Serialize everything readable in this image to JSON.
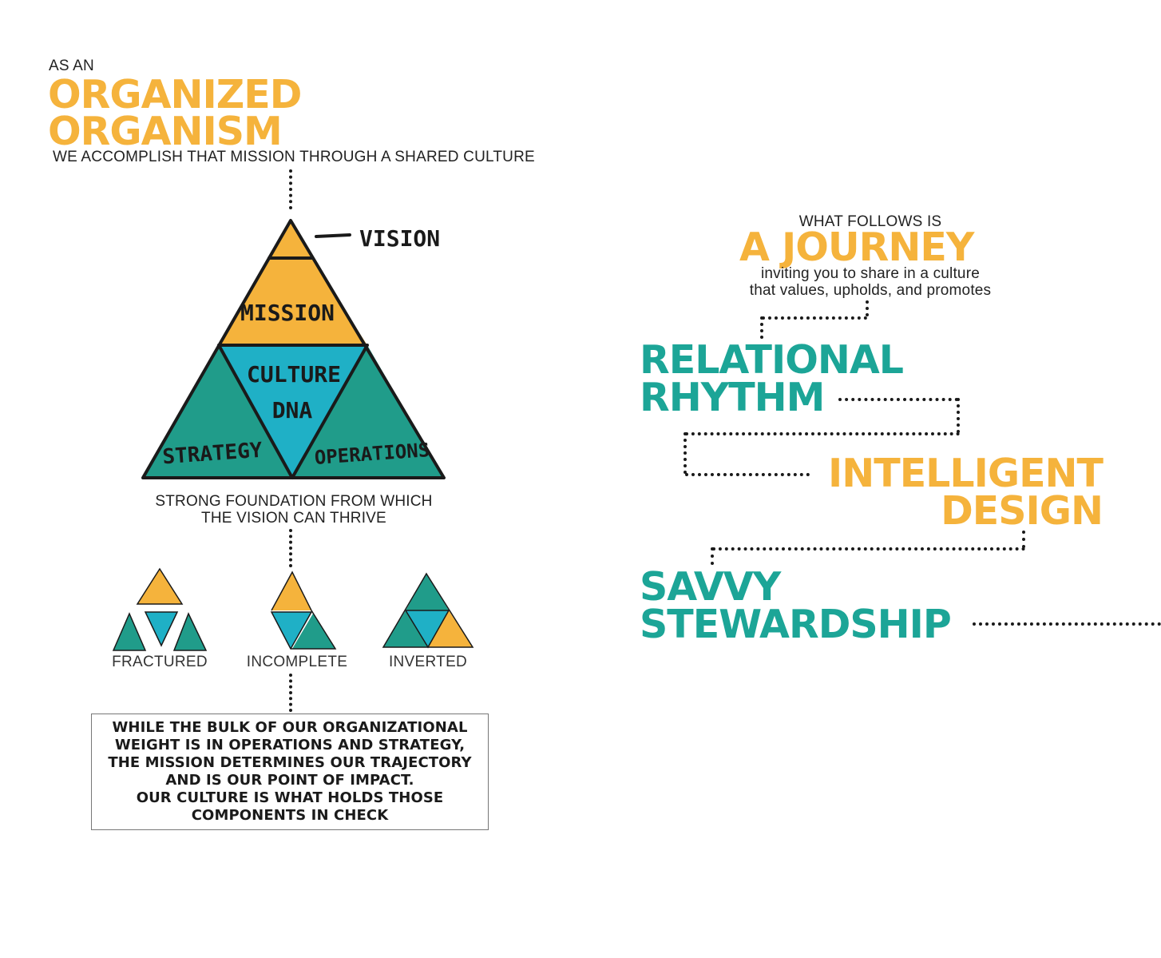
{
  "left": {
    "pre_title": "AS AN",
    "title_line1": "ORGANIZED",
    "title_line2": "ORGANISM",
    "subtitle": "WE ACCOMPLISH THAT MISSION THROUGH A SHARED CULTURE",
    "pyramid": {
      "vision_label": "VISION",
      "mission_label": "MISSION",
      "culture_label": "CULTURE",
      "dna_label": "DNA",
      "strategy_label": "STRATEGY",
      "operations_label": "OPERATIONS"
    },
    "foundation_line1": "STRONG FOUNDATION FROM WHICH",
    "foundation_line2": "THE VISION CAN THRIVE",
    "variants": [
      {
        "label": "FRACTURED"
      },
      {
        "label": "INCOMPLETE"
      },
      {
        "label": "INVERTED"
      }
    ],
    "callout": "WHILE THE BULK OF OUR ORGANIZATIONAL\nWEIGHT IS IN OPERATIONS AND STRATEGY,\nTHE MISSION DETERMINES OUR TRAJECTORY\nAND IS OUR POINT OF IMPACT.\nOUR CULTURE IS WHAT HOLDS THOSE\nCOMPONENTS IN CHECK"
  },
  "right": {
    "pre_title": "WHAT FOLLOWS IS",
    "title": "A JOURNEY",
    "sub_line1": "inviting you to share in a culture",
    "sub_line2": "that values, upholds, and promotes",
    "items": [
      {
        "line1": "RELATIONAL",
        "line2": "RHYTHM"
      },
      {
        "line1": "INTELLIGENT",
        "line2": "DESIGN"
      },
      {
        "line1": "SAVVY",
        "line2": "STEWARDSHIP"
      }
    ]
  },
  "colors": {
    "orange": "#f5b33c",
    "teal": "#1ca597",
    "cyan": "#1fb0c6",
    "green": "#209c8a"
  }
}
